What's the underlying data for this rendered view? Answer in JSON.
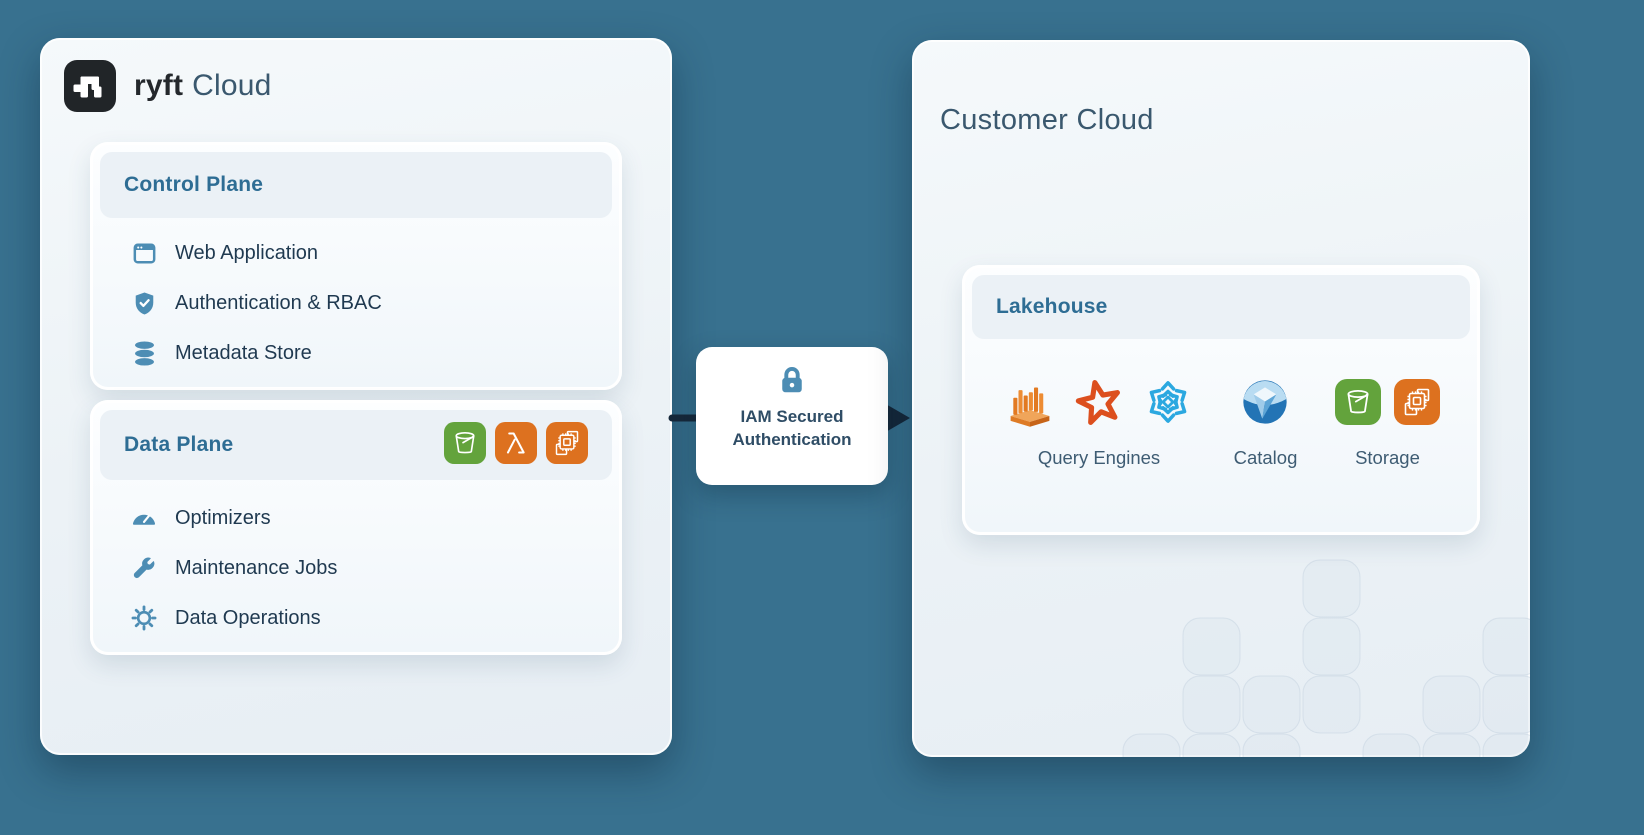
{
  "page": {
    "background_color": "#38718F"
  },
  "ryft_cloud": {
    "brand": "ryft",
    "brand_suffix": "Cloud",
    "control_plane": {
      "title": "Control Plane",
      "items": [
        {
          "label": "Web Application",
          "icon": "browser-window-icon"
        },
        {
          "label": "Authentication & RBAC",
          "icon": "shield-check-icon"
        },
        {
          "label": "Metadata Store",
          "icon": "database-icon"
        }
      ]
    },
    "data_plane": {
      "title": "Data Plane",
      "service_badges": [
        {
          "icon": "s3-bucket-icon",
          "color": "#63A33C"
        },
        {
          "icon": "lambda-icon",
          "color": "#DD711F"
        },
        {
          "icon": "compute-chip-icon",
          "color": "#DD711F"
        }
      ],
      "items": [
        {
          "label": "Optimizers",
          "icon": "gauge-icon"
        },
        {
          "label": "Maintenance Jobs",
          "icon": "wrench-icon"
        },
        {
          "label": "Data Operations",
          "icon": "gear-icon"
        }
      ]
    }
  },
  "connector": {
    "icon": "lock-icon",
    "label": "IAM Secured Authentication",
    "arrow_color": "#16283A"
  },
  "customer_cloud": {
    "title": "Customer Cloud",
    "lakehouse": {
      "title": "Lakehouse",
      "groups": [
        {
          "label": "Query Engines",
          "icons": [
            "emr-bar-chart-icon",
            "starburst-star-icon",
            "snowflake-icon"
          ]
        },
        {
          "label": "Catalog",
          "icons": [
            "iceberg-catalog-icon"
          ]
        },
        {
          "label": "Storage",
          "icons": [
            "s3-bucket-icon",
            "compute-chip-icon"
          ]
        }
      ]
    }
  },
  "colors": {
    "background": "#38718F",
    "section_title": "#2E6D94",
    "item_text": "#1F3950",
    "muted_title": "#3A586E",
    "icon_blue": "#4D8DB4",
    "arrow": "#16283A",
    "s3_green": "#63A33C",
    "aws_orange": "#DD711F",
    "snowflake_blue": "#2BA8E0",
    "starburst_orange": "#DC4F1E",
    "catalog_blue": "#2374B5"
  }
}
